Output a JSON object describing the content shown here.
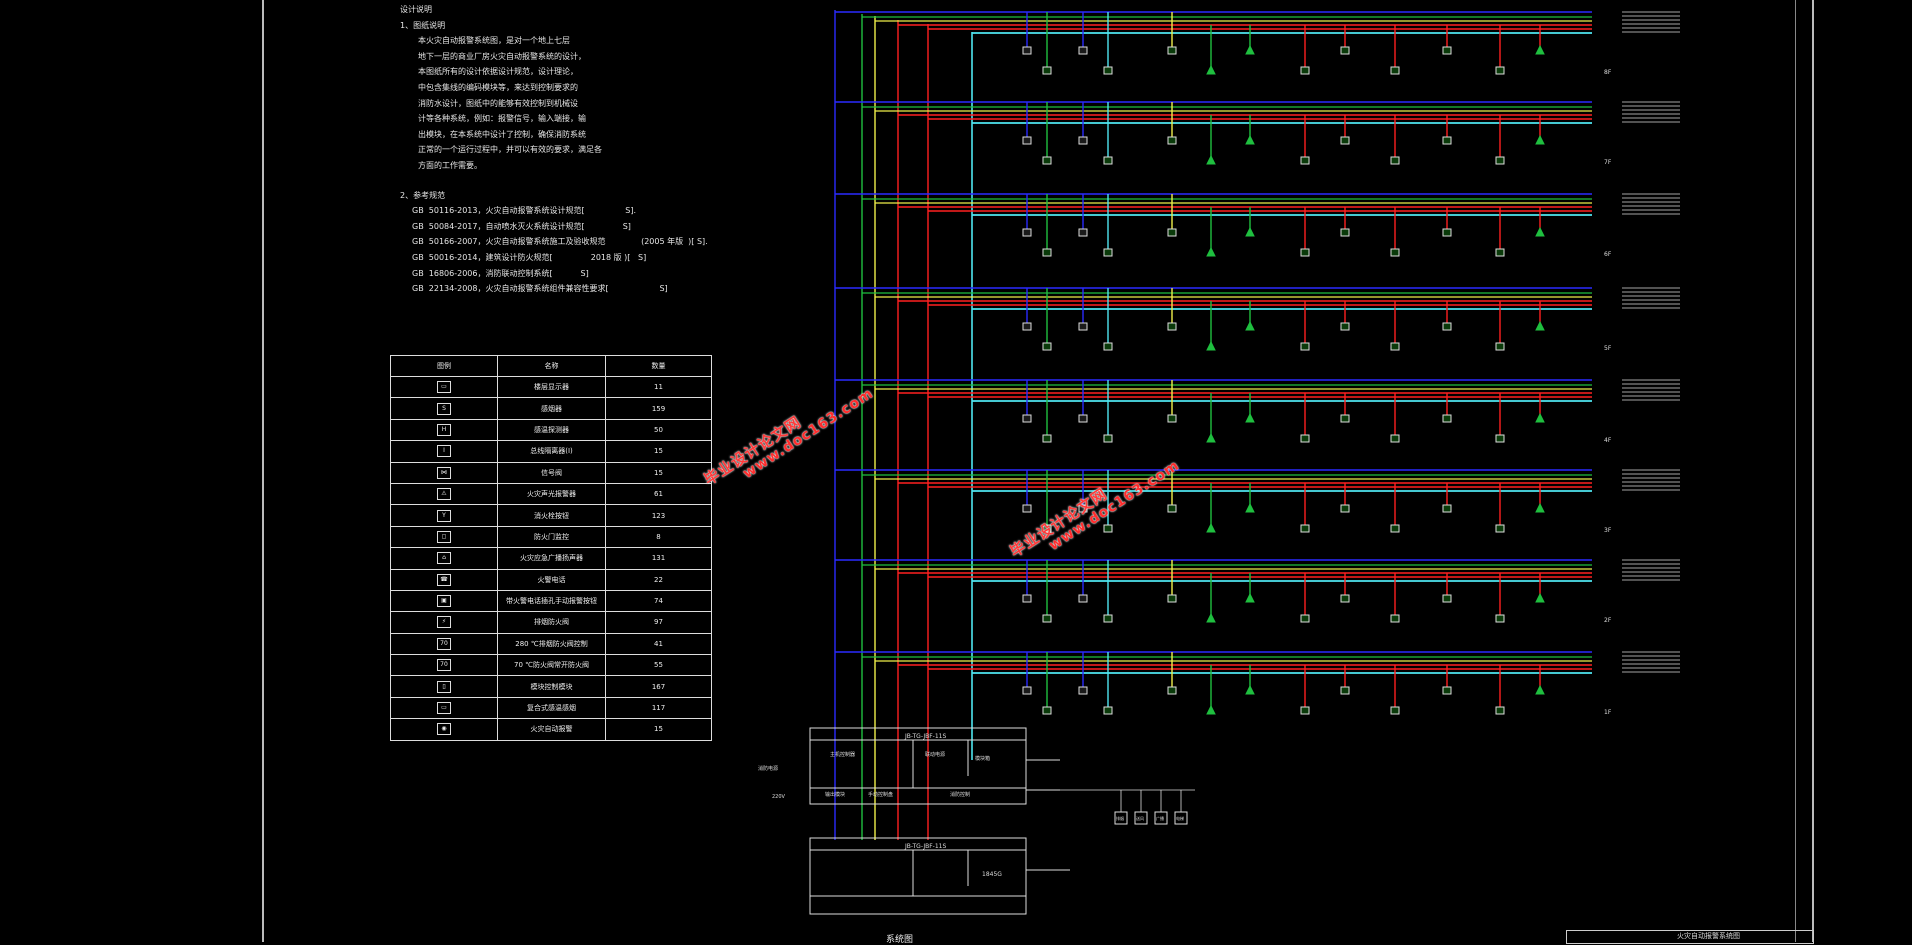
{
  "design_notes": {
    "heading": "设计说明",
    "section1_title": "1、图纸说明",
    "section1_text": [
      "本火灾自动报警系统图，是对一个地上七层",
      "地下一层的商业厂房火灾自动报警系统的设计，",
      "本图纸所有的设计依据设计规范，设计理论，",
      "中包含集线的编码模块等，来达到控制要求的",
      "消防水设计，图纸中的能够有效控制到机械设",
      "计等各种系统，例如：报警信号，输入端接，输",
      "出模块，在本系统中设计了控制，确保消防系统",
      "正常的一个运行过程中，并可以有效的要求，满足各",
      "方面的工作需要。"
    ],
    "section2_title": "2、参考规范",
    "references": [
      "GB  50116-2013，火灾自动报警系统设计规范[                S].",
      "GB  50084-2017，自动喷水灭火系统设计规范[               S]",
      "GB  50166-2007，火灾自动报警系统施工及验收规范              (2005 年版  )[ S].",
      "GB  50016-2014，建筑设计防火规范[               2018 版 )[   S]",
      "GB  16806-2006，消防联动控制系统[           S]",
      "GB  22134-2008，火灾自动报警系统组件兼容性要求[                    S]"
    ]
  },
  "legend_table": {
    "headers": [
      "图例",
      "名称",
      "数量"
    ],
    "rows": [
      {
        "symbol": "▭",
        "name": "楼层显示器",
        "qty": "11"
      },
      {
        "symbol": "S",
        "name": "感烟器",
        "qty": "159"
      },
      {
        "symbol": "H",
        "name": "感温探测器",
        "qty": "50"
      },
      {
        "symbol": "I",
        "name": "总线隔离器(I)",
        "qty": "15"
      },
      {
        "symbol": "⋈",
        "name": "信号阀",
        "qty": "15"
      },
      {
        "symbol": "⚠",
        "name": "火灾声光报警器",
        "qty": "61"
      },
      {
        "symbol": "Y",
        "name": "消火栓按钮",
        "qty": "123"
      },
      {
        "symbol": "◻",
        "name": "防火门监控",
        "qty": "8"
      },
      {
        "symbol": "⌂",
        "name": "火灾应急广播扬声器",
        "qty": "131"
      },
      {
        "symbol": "☎",
        "name": "火警电话",
        "qty": "22"
      },
      {
        "symbol": "▣",
        "name": "带火警电话插孔手动报警按钮",
        "qty": "74"
      },
      {
        "symbol": "⚡",
        "name": "排烟防火阀",
        "qty": "97"
      },
      {
        "symbol": "70",
        "name": "280 ℃排烟防火阀控制",
        "qty": "41"
      },
      {
        "symbol": "70",
        "name": "70 ℃防火阀常开防火阀",
        "qty": "55"
      },
      {
        "symbol": "▯",
        "name": "模块控制模块",
        "qty": "167"
      },
      {
        "symbol": "▭",
        "name": "复合式感温感烟",
        "qty": "117"
      },
      {
        "symbol": "◉",
        "name": "火灾自动报警",
        "qty": "15"
      }
    ]
  },
  "watermark": {
    "brand": "毕业设计论文网",
    "url": "www.doc163.com"
  },
  "floors": [
    {
      "label": "8F"
    },
    {
      "label": "7F"
    },
    {
      "label": "6F"
    },
    {
      "label": "5F"
    },
    {
      "label": "4F"
    },
    {
      "label": "3F"
    },
    {
      "label": "2F"
    },
    {
      "label": "1F"
    }
  ],
  "controller": {
    "upper_title": "JB-TG-JBF-11S",
    "lower_title": "JB-TG-JBF-11S",
    "cells": [
      "主机控制器",
      "联动电源",
      "模块箱",
      "输出模块",
      "手动控制盘",
      "消防控制"
    ],
    "lower_cell": "1845G",
    "inputs": [
      "消防电源",
      "220V"
    ],
    "aux_boxes": [
      "排烟",
      "送风",
      "广播",
      "电梯"
    ]
  },
  "bottom_title": "系统图",
  "title_block": "火灾自动报警系统图",
  "colors": {
    "blue": "#2a2aff",
    "red": "#ff2020",
    "green": "#1fbf3f",
    "yellow": "#f0f04a",
    "cyan": "#4fe6f0",
    "white": "#e8e8e8"
  }
}
